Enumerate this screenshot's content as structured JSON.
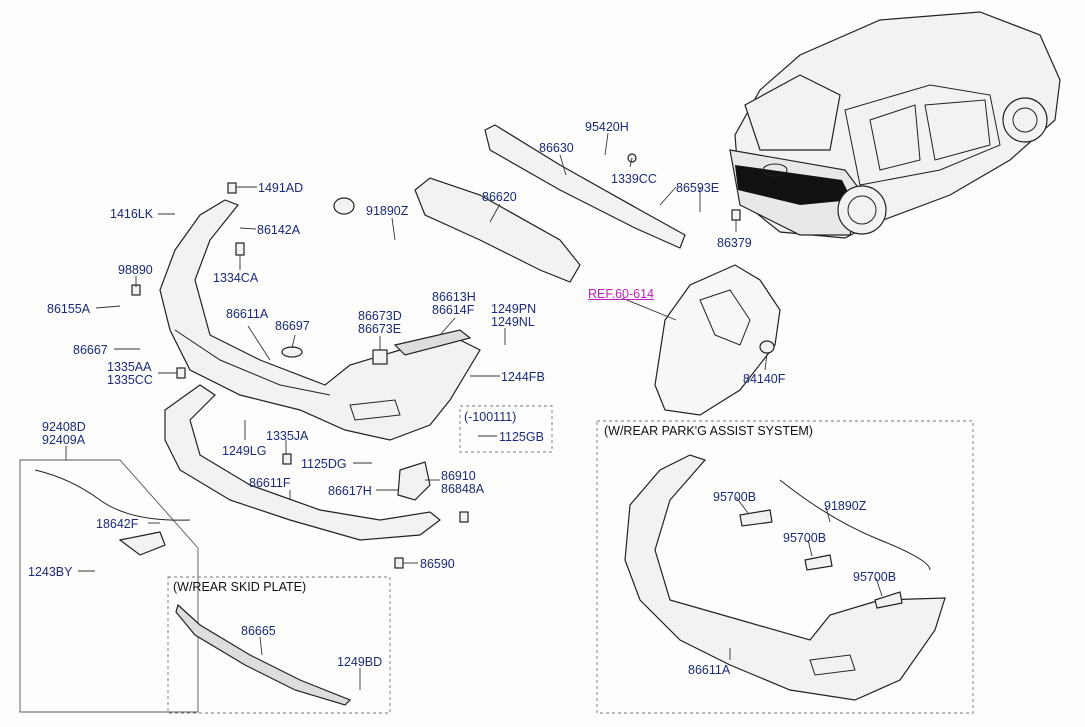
{
  "labels": {
    "p1491AD": "1491AD",
    "p1416LK": "1416LK",
    "p86142A": "86142A",
    "p1334CA": "1334CA",
    "p98890": "98890",
    "p86155A": "86155A",
    "p86611A": "86611A",
    "p86697": "86697",
    "p86667": "86667",
    "p1335AA": "1335AA",
    "p1335CC": "1335CC",
    "p91890Z": "91890Z",
    "p86620": "86620",
    "p86630": "86630",
    "p95420H": "95420H",
    "p1339CC": "1339CC",
    "p86593E": "86593E",
    "p86379": "86379",
    "p86613H": "86613H",
    "p86614F": "86614F",
    "p86673D": "86673D",
    "p86673E": "86673E",
    "p1249PN": "1249PN",
    "p1249NL": "1249NL",
    "p1244FB": "1244FB",
    "pVariant": "(-100111)",
    "p1125GB": "1125GB",
    "p1249LG": "1249LG",
    "p1335JA": "1335JA",
    "p1125DG": "1125DG",
    "p86910": "86910",
    "p86848A": "86848A",
    "p86617H": "86617H",
    "p86611F": "86611F",
    "p86590": "86590",
    "p92408D": "92408D",
    "p92409A": "92409A",
    "p18642F": "18642F",
    "p1243BY": "1243BY",
    "p86665": "86665",
    "p1249BD": "1249BD",
    "ref": "REF.60-614",
    "p84140F": "84140F",
    "p95700B_1": "95700B",
    "p95700B_2": "95700B",
    "p95700B_3": "95700B",
    "p91890Z_2": "91890Z",
    "p86611A_2": "86611A"
  },
  "captions": {
    "park_assist": "(W/REAR PARK'G ASSIST SYSTEM)",
    "skid_plate": "(W/REAR SKID PLATE)"
  },
  "colors": {
    "label": "#1a2a7a",
    "reference": "#c21cc2"
  }
}
